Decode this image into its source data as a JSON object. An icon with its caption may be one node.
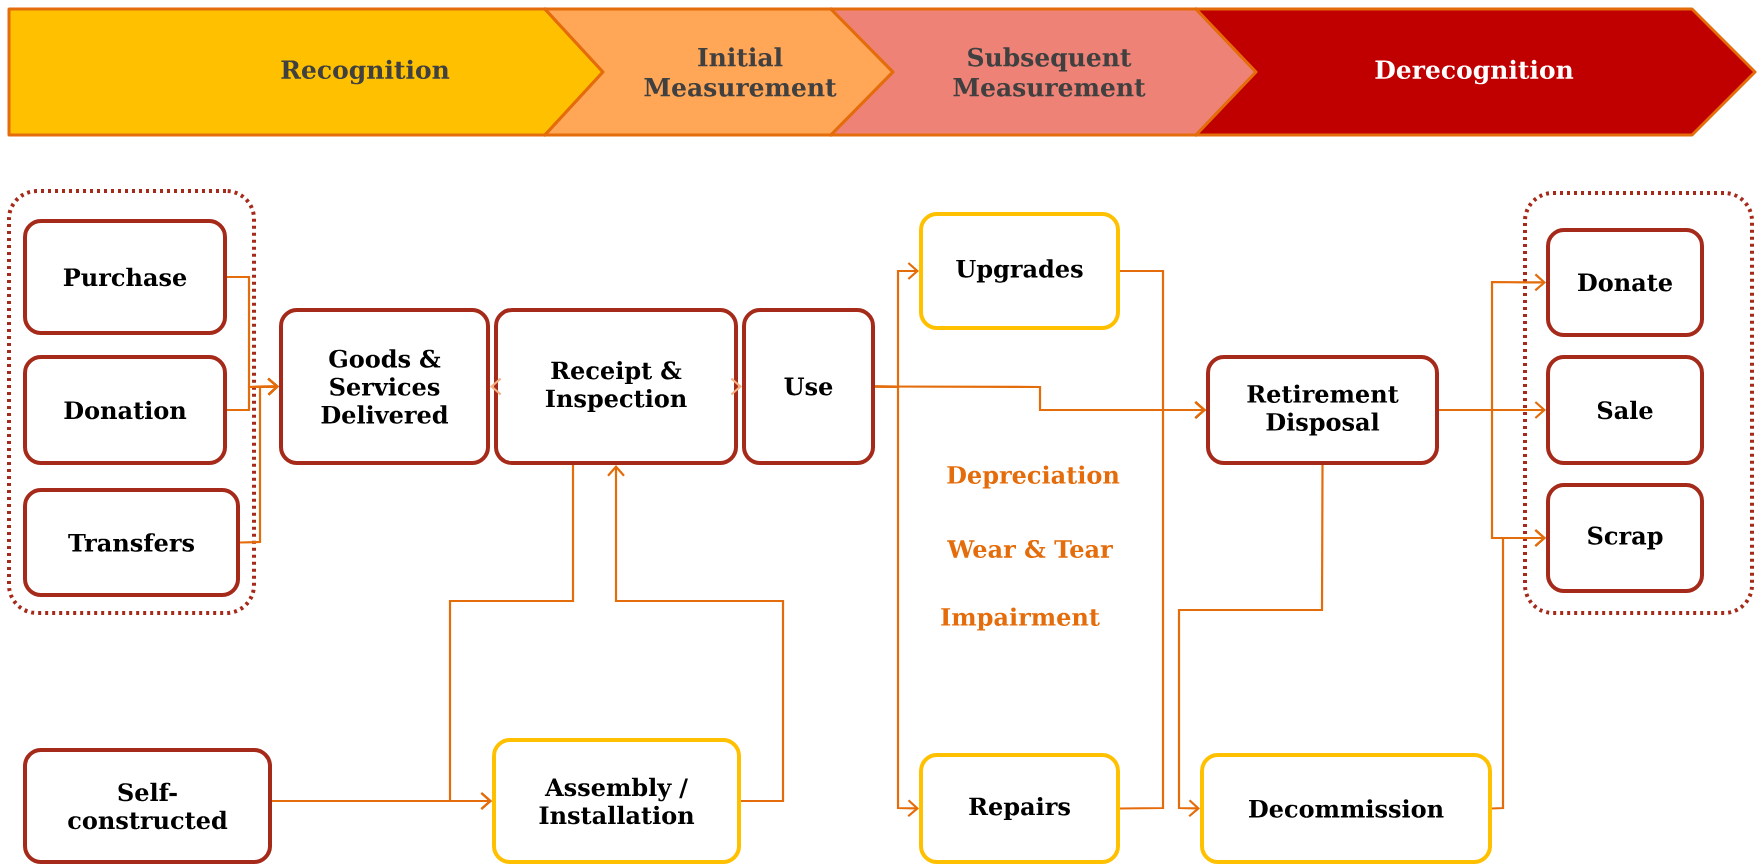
{
  "diagram": {
    "nodes": [
      {
        "text": [
          "Recognition"
        ]
      },
      {
        "text": [
          "Initial Measurement"
        ]
      },
      {
        "text": [
          "Subsequent Measurement"
        ]
      },
      {
        "text": [
          "Derecognition"
        ]
      },
      {
        "text": [],
        "shape": "box"
      },
      {
        "text": [
          "Purchase"
        ],
        "in": 4
      },
      {
        "text": [
          "Donation"
        ],
        "in": 4
      },
      {
        "text": [
          "Transfers"
        ],
        "in": 4
      },
      {
        "text": [
          "Goods & Services Delivered"
        ]
      },
      {
        "text": [
          "Receipt & Inspection"
        ]
      },
      {
        "text": [
          "Use"
        ]
      },
      {
        "text": [
          "Self-constructed"
        ]
      },
      {
        "text": [
          "Assembly / Installation"
        ]
      },
      {
        "text": [
          "Upgrades"
        ]
      },
      {
        "text": [
          "Repairs"
        ]
      },
      {
        "text": [
          "Retirement Disposal"
        ]
      },
      {
        "text": [
          "Decommission"
        ]
      },
      {
        "text": [],
        "shape": "box"
      },
      {
        "text": [
          "Donate"
        ],
        "in": 17
      },
      {
        "text": [
          "Sale"
        ],
        "in": 17
      },
      {
        "text": [
          "Scrap"
        ],
        "in": 17
      }
    ],
    "edges": [
      {
        "from": 5,
        "to": 8,
        "arrow": "to"
      },
      {
        "from": 6,
        "to": 8,
        "arrow": "to"
      },
      {
        "from": 7,
        "to": 8,
        "arrow": "to"
      },
      {
        "from": 9,
        "to": 8,
        "arrow": "to",
        "color": "#f4b183"
      },
      {
        "from": 9,
        "to": 10,
        "arrow": "to",
        "color": "#f4b183"
      },
      {
        "from": 9,
        "to": 12,
        "arrow": "to"
      },
      {
        "from": 11,
        "to": 12,
        "arrow": "to"
      },
      {
        "from": 12,
        "to": 9,
        "arrow": "to"
      },
      {
        "from": 10,
        "to": 15,
        "arrow": "to"
      },
      {
        "from": 10,
        "to": 13,
        "arrow": "to"
      },
      {
        "from": 10,
        "to": 14,
        "arrow": "to"
      },
      {
        "from": 13,
        "to": 15,
        "arrow": "to"
      },
      {
        "from": 14,
        "to": 15,
        "arrow": "to"
      },
      {
        "from": 15,
        "to": 18,
        "arrow": "to"
      },
      {
        "from": 15,
        "to": 19,
        "arrow": "to"
      },
      {
        "from": 15,
        "to": 20,
        "arrow": "to"
      },
      {
        "from": 15,
        "to": 16,
        "arrow": "to"
      },
      {
        "from": 16,
        "to": 20,
        "arrow": "to"
      }
    ],
    "labels": [
      "Depreciation",
      "Wear & Tear",
      "Impairment"
    ]
  }
}
